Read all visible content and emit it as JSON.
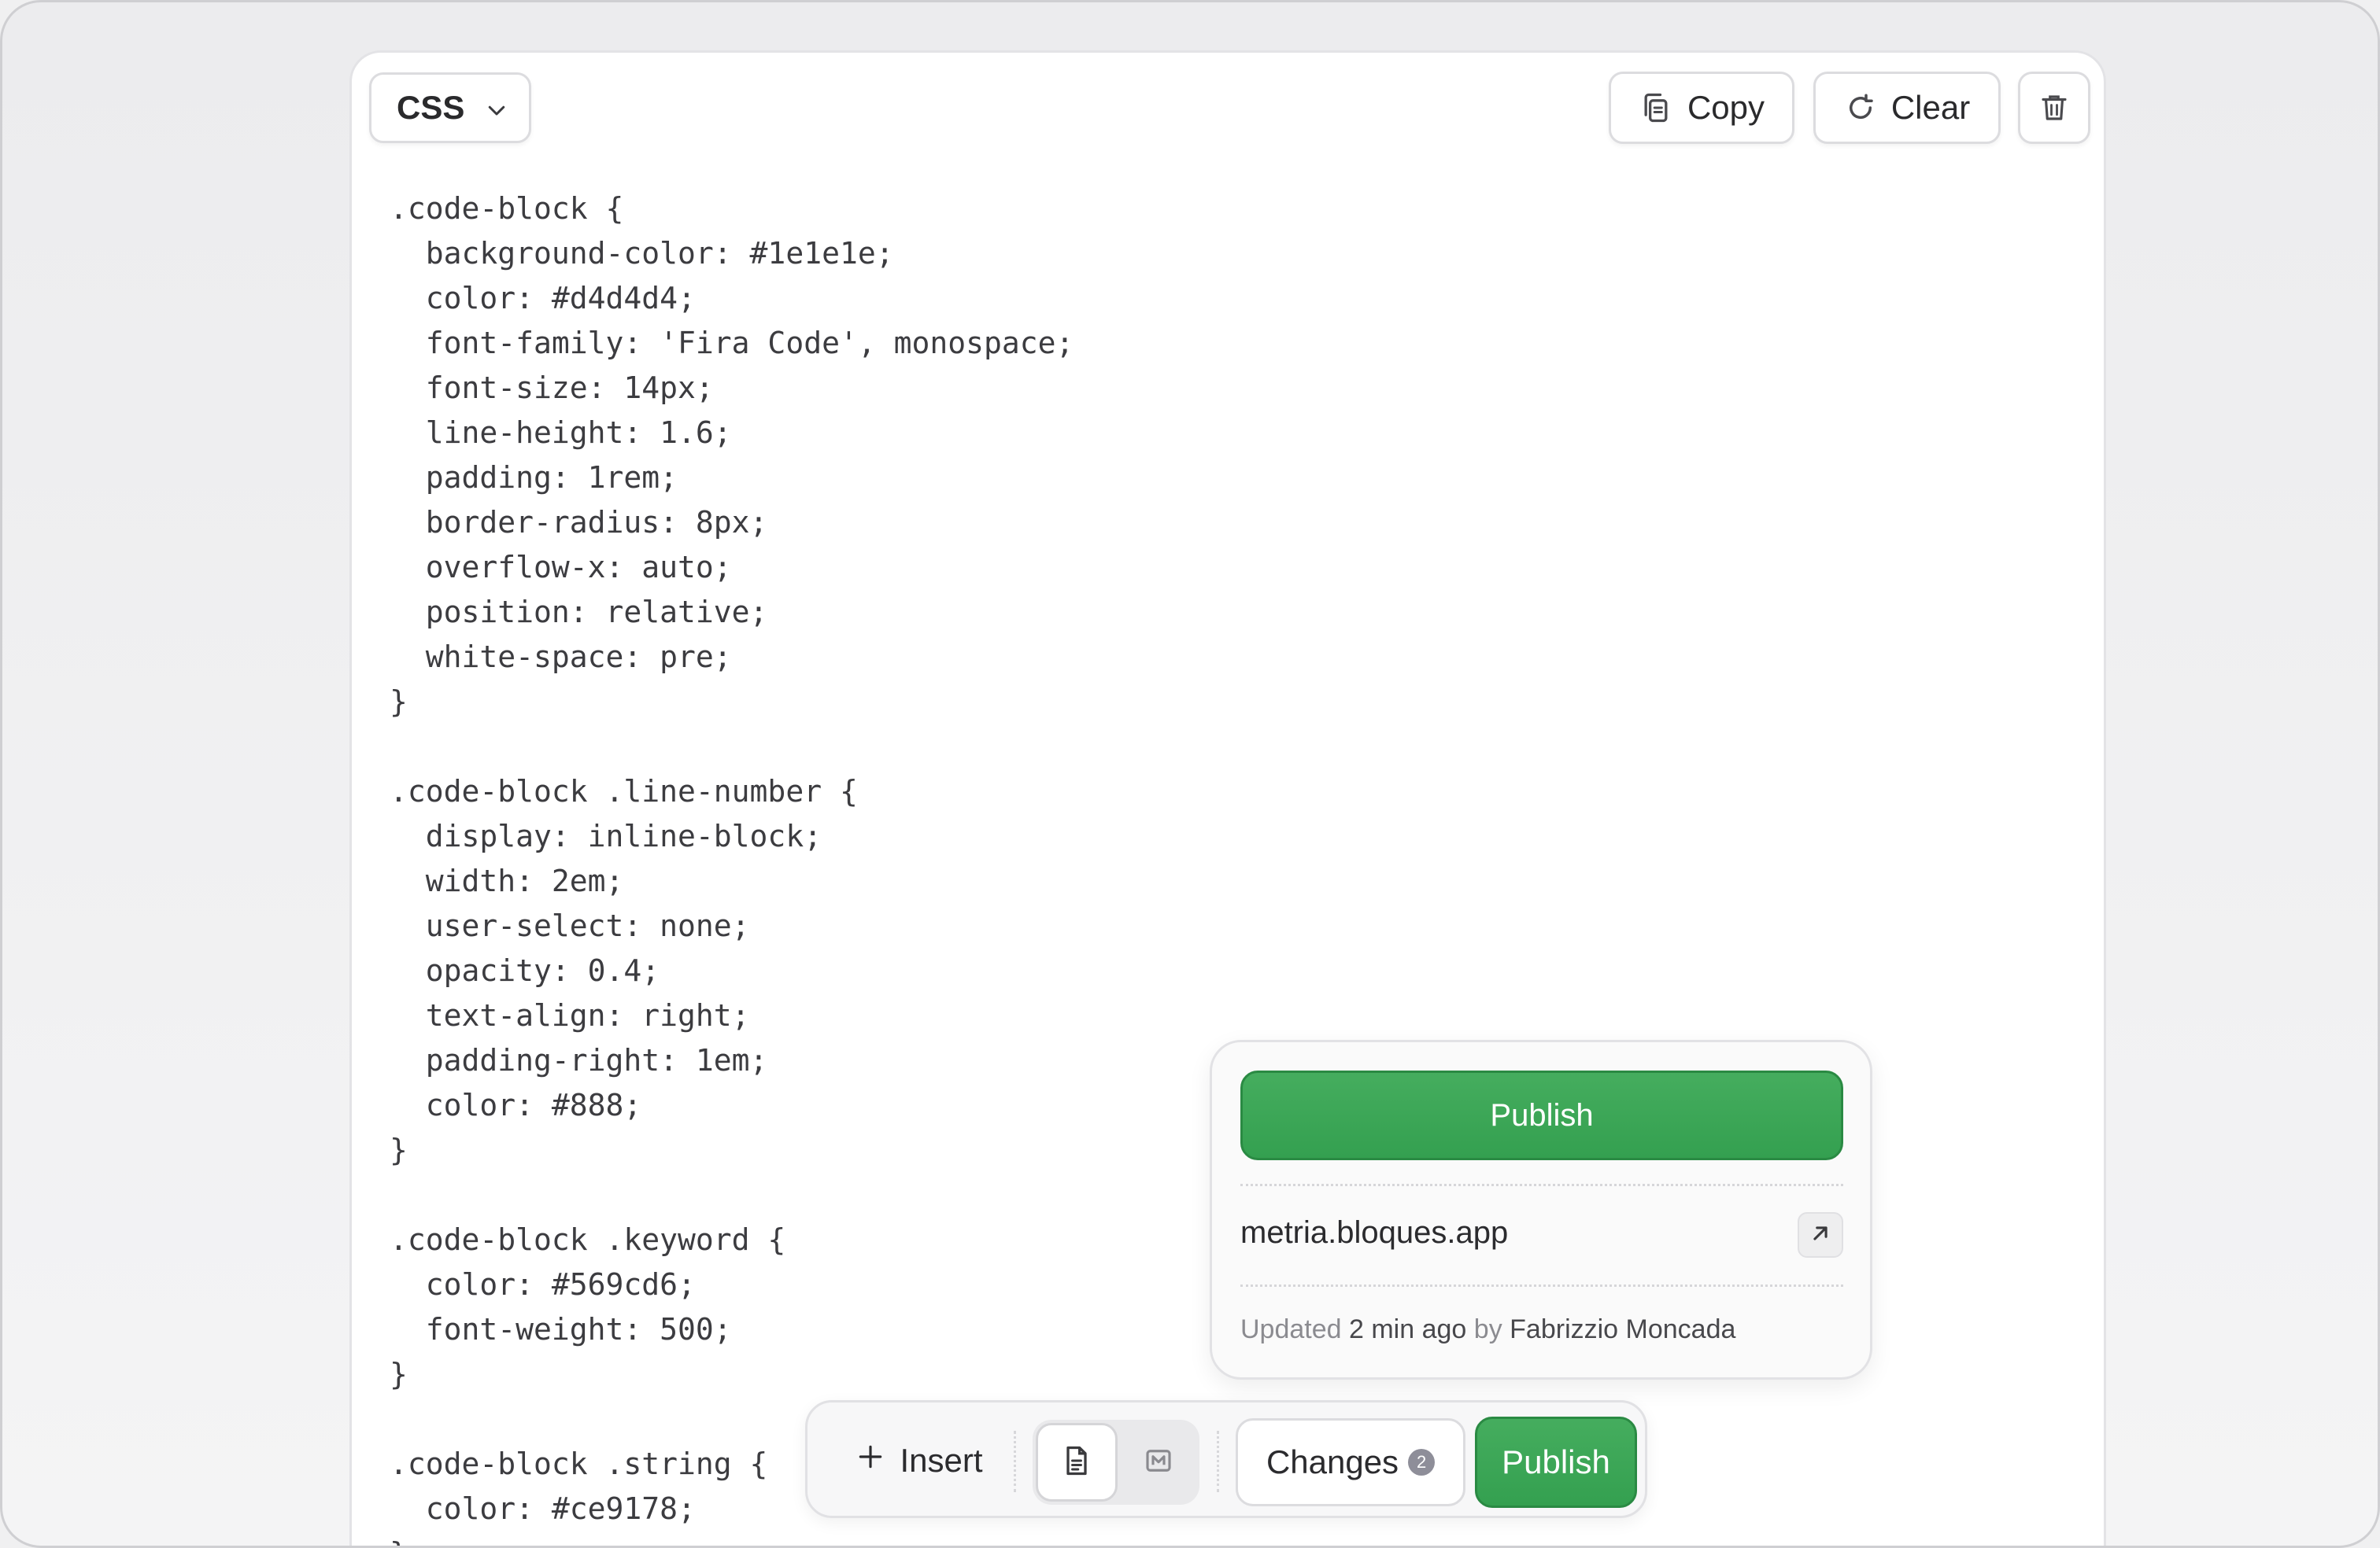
{
  "toolbar": {
    "language": "CSS",
    "copy_label": "Copy",
    "clear_label": "Clear"
  },
  "code_lines": [
    ".code-block {",
    "  background-color: #1e1e1e;",
    "  color: #d4d4d4;",
    "  font-family: 'Fira Code', monospace;",
    "  font-size: 14px;",
    "  line-height: 1.6;",
    "  padding: 1rem;",
    "  border-radius: 8px;",
    "  overflow-x: auto;",
    "  position: relative;",
    "  white-space: pre;",
    "}",
    "",
    ".code-block .line-number {",
    "  display: inline-block;",
    "  width: 2em;",
    "  user-select: none;",
    "  opacity: 0.4;",
    "  text-align: right;",
    "  padding-right: 1em;",
    "  color: #888;",
    "}",
    "",
    ".code-block .keyword {",
    "  color: #569cd6;",
    "  font-weight: 500;",
    "}",
    "",
    ".code-block .string {",
    "  color: #ce9178;",
    "}"
  ],
  "publish_popover": {
    "publish_label": "Publish",
    "site": "metria.bloques.app",
    "updated_prefix": "Updated",
    "updated_time": "2 min ago",
    "updated_by_word": "by",
    "updated_author": "Fabrizzio Moncada"
  },
  "bottom_bar": {
    "insert_label": "Insert",
    "changes_label": "Changes",
    "changes_count": "2",
    "publish_label": "Publish"
  },
  "icons": {
    "language_dropdown": "chevron-down-icon",
    "copy": "copy-icon",
    "clear": "refresh-icon",
    "delete": "trash-icon",
    "open_site": "arrow-up-right-icon",
    "insert": "plus-icon",
    "document_view": "document-icon",
    "markdown_view": "markdown-icon"
  },
  "colors": {
    "accent_green": "#3ba556",
    "badge_gray": "#8e8e99"
  }
}
